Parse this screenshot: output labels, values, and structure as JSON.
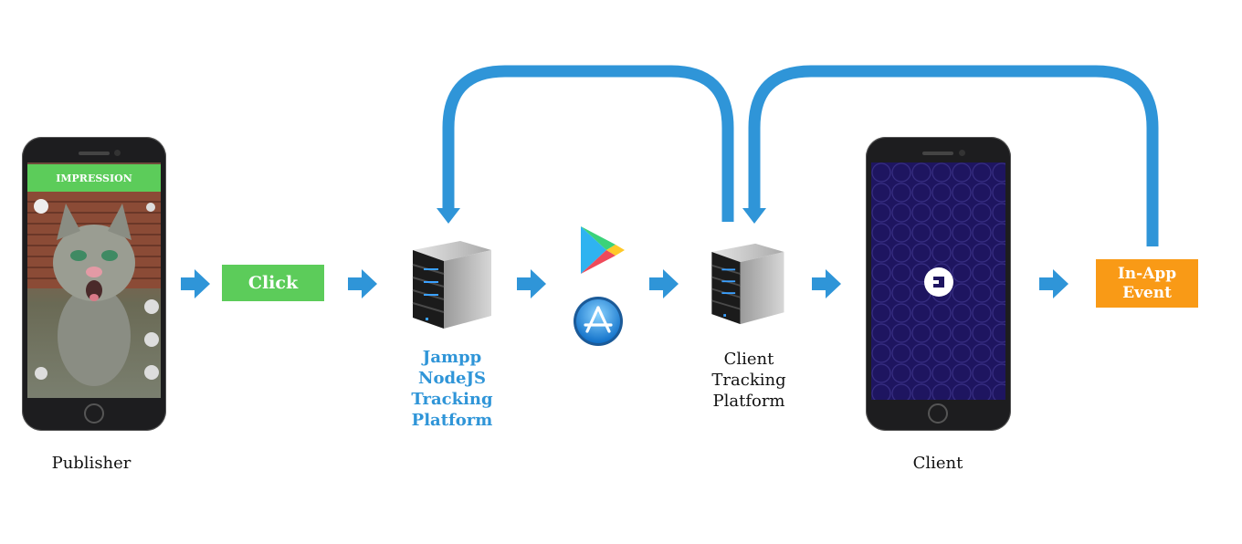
{
  "publisher_phone": {
    "banner": "IMPRESSION"
  },
  "click_box": {
    "label": "Click",
    "color": "#5ccc5a"
  },
  "jampp_server": {
    "label_lines": [
      "Jampp",
      "NodeJS",
      "Tracking",
      "Platform"
    ]
  },
  "stores": {
    "icons": [
      "google-play-icon",
      "app-store-icon"
    ]
  },
  "client_server": {
    "label_lines": [
      "Client",
      "Tracking",
      "Platform"
    ]
  },
  "client_phone": {
    "app_icon": "uber-logo-icon"
  },
  "event_box": {
    "label_lines": [
      "In-App",
      "Event"
    ],
    "color": "#f99a16"
  },
  "captions": {
    "publisher": "Publisher",
    "client": "Client"
  },
  "colors": {
    "arrow": "#2f95d8",
    "highlight_text": "#2f95d8",
    "phone_screen_bg": "#1e1560"
  }
}
